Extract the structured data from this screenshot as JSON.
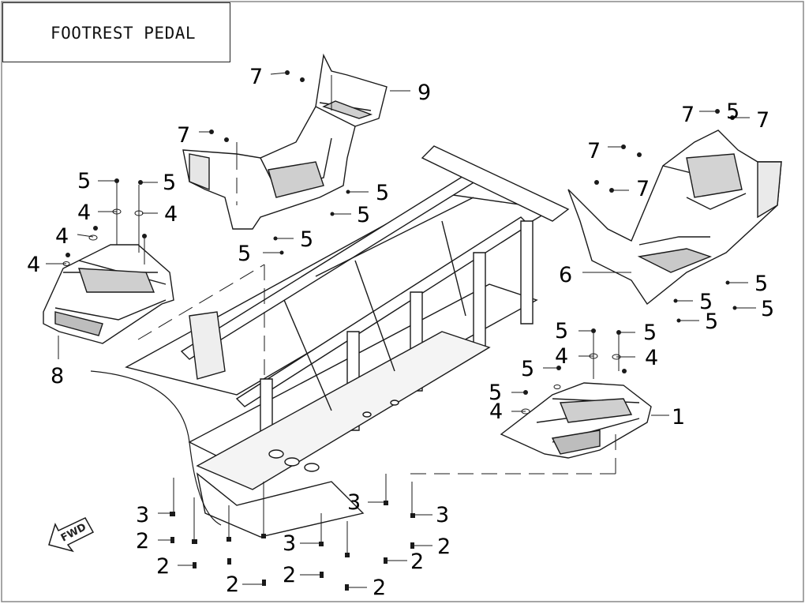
{
  "title": "FOOTREST PEDAL",
  "direction_label": "FWD",
  "colors": {
    "line": "#1a1a1a",
    "fill": "#ffffff",
    "shade": "#bdbdbd",
    "dark": "#555555"
  },
  "callouts": [
    {
      "label": "1"
    },
    {
      "label": "2"
    },
    {
      "label": "2"
    },
    {
      "label": "2"
    },
    {
      "label": "2"
    },
    {
      "label": "2"
    },
    {
      "label": "2"
    },
    {
      "label": "2"
    },
    {
      "label": "3"
    },
    {
      "label": "3"
    },
    {
      "label": "3"
    },
    {
      "label": "3"
    },
    {
      "label": "4"
    },
    {
      "label": "4"
    },
    {
      "label": "4"
    },
    {
      "label": "4"
    },
    {
      "label": "4"
    },
    {
      "label": "4"
    },
    {
      "label": "4"
    },
    {
      "label": "5"
    },
    {
      "label": "5"
    },
    {
      "label": "5"
    },
    {
      "label": "5"
    },
    {
      "label": "5"
    },
    {
      "label": "5"
    },
    {
      "label": "5"
    },
    {
      "label": "5"
    },
    {
      "label": "5"
    },
    {
      "label": "5"
    },
    {
      "label": "5"
    },
    {
      "label": "5"
    },
    {
      "label": "5"
    },
    {
      "label": "5"
    },
    {
      "label": "5"
    },
    {
      "label": "6"
    },
    {
      "label": "7"
    },
    {
      "label": "7"
    },
    {
      "label": "7"
    },
    {
      "label": "7"
    },
    {
      "label": "7"
    },
    {
      "label": "7"
    },
    {
      "label": "8"
    },
    {
      "label": "9"
    }
  ]
}
